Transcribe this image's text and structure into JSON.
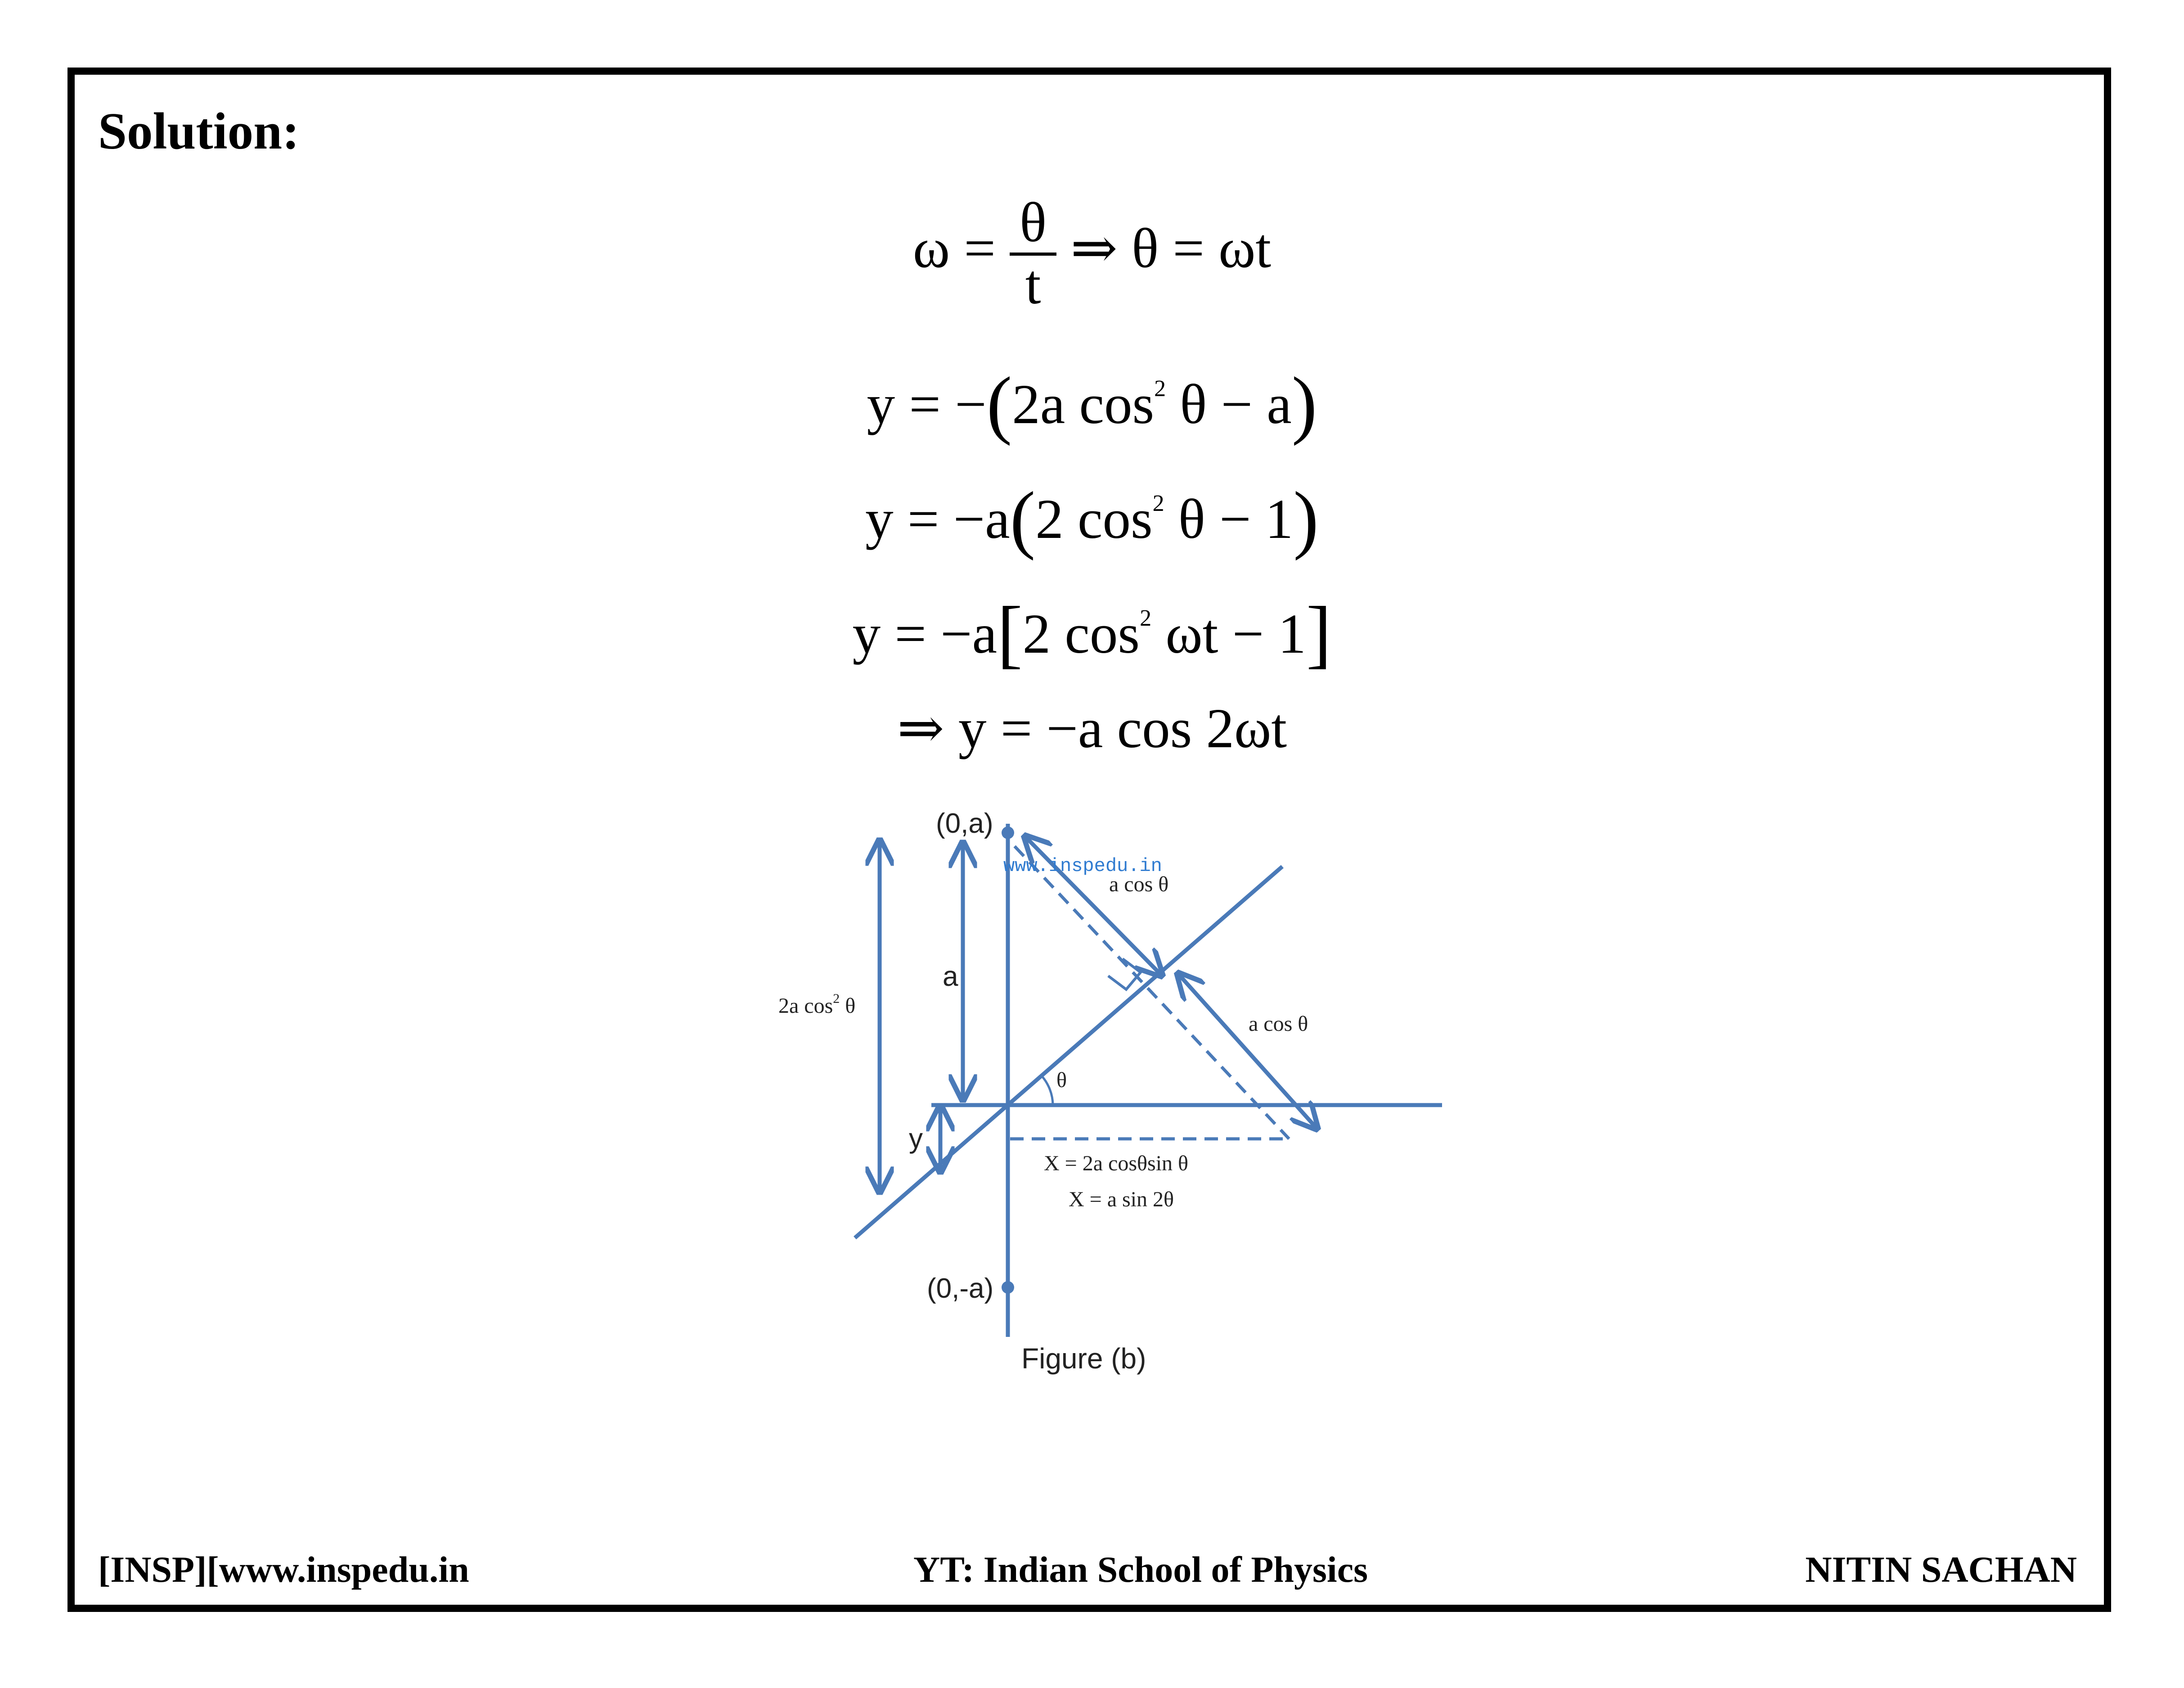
{
  "heading": "Solution:",
  "equations": {
    "eq1": {
      "lhs": "ω = ",
      "frac_num": "θ",
      "frac_den": "t",
      "rhs": " ⇒ θ = ωt"
    },
    "eq2": {
      "a": "y = −",
      "open": "(",
      "b": "2a cos",
      "sup": "2",
      "c": " θ − a",
      "close": ")"
    },
    "eq3": {
      "a": "y = −a",
      "open": "(",
      "b": "2 cos",
      "sup": "2",
      "c": " θ − 1",
      "close": ")"
    },
    "eq4": {
      "a": "y = −a",
      "open": "[",
      "b": "2 cos",
      "sup": "2",
      "c": " ωt − 1",
      "close": "]"
    },
    "eq5": "⇒ y = −a cos 2ωt"
  },
  "figure": {
    "point_top": "(0,a)",
    "point_bottom": "(0,-a)",
    "watermark": "www.inspedu.in",
    "label_acos_top": "a cos θ",
    "label_acos_right": "a cos θ",
    "label_a": "a",
    "label_2acos2": "2a cos",
    "label_2acos2_sup": "2",
    "label_2acos2_theta": " θ",
    "label_theta": "θ",
    "label_y": "y",
    "label_X1": "X = 2a cosθsin θ",
    "label_X2": "X = a sin 2θ",
    "caption": "Figure (b)",
    "line_color": "#4a7ab8"
  },
  "footer": {
    "left": "[INSP][www.inspedu.in",
    "center": "YT: Indian School of Physics",
    "right": "NITIN SACHAN"
  }
}
